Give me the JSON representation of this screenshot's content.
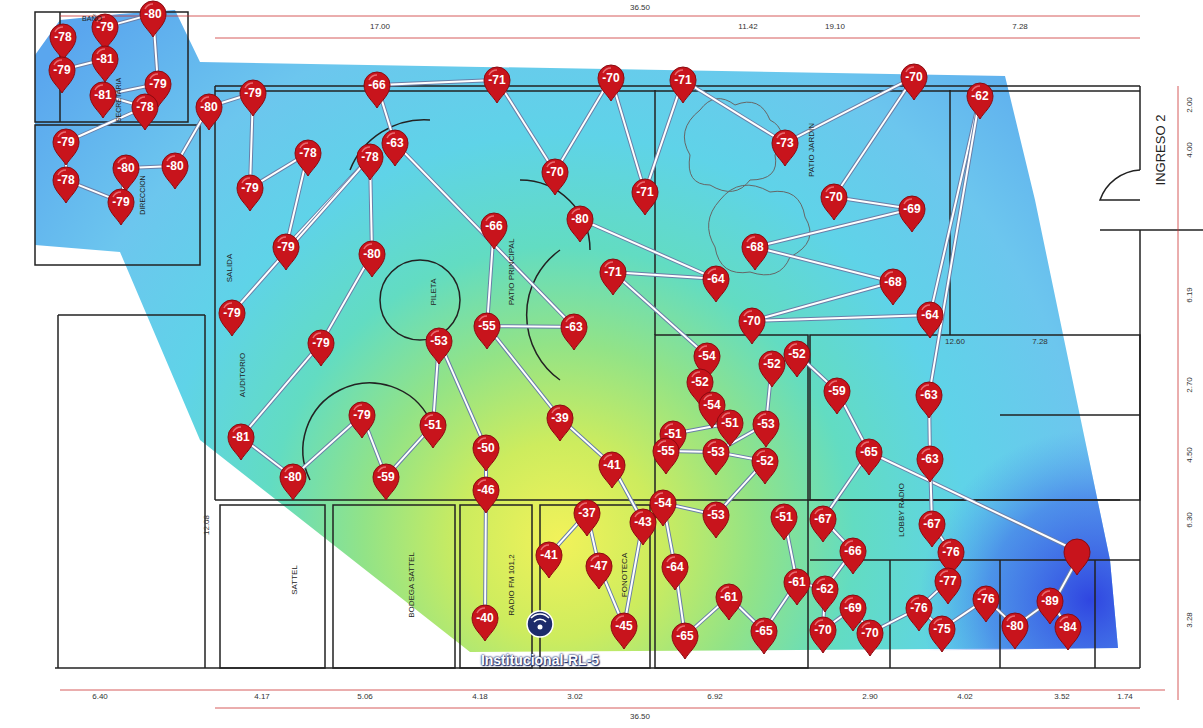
{
  "diagram": {
    "nodes": [
      {
        "text": [
          "-80"
        ]
      },
      {
        "text": [
          "-79"
        ]
      },
      {
        "text": [
          "-78"
        ]
      },
      {
        "text": [
          "-79"
        ]
      },
      {
        "text": [
          "-81"
        ]
      },
      {
        "text": [
          "-79"
        ]
      },
      {
        "text": [
          "-81"
        ]
      },
      {
        "text": [
          "-78"
        ]
      },
      {
        "text": [
          "-80"
        ]
      },
      {
        "text": [
          "-79"
        ]
      },
      {
        "text": [
          "-79"
        ]
      },
      {
        "text": [
          "-80"
        ]
      },
      {
        "text": [
          "-80"
        ]
      },
      {
        "text": [
          "-78"
        ]
      },
      {
        "text": [
          "-79"
        ]
      },
      {
        "text": [
          "-79"
        ]
      },
      {
        "text": [
          "-78"
        ]
      },
      {
        "text": [
          "-78"
        ]
      },
      {
        "text": [
          "-79"
        ]
      },
      {
        "text": [
          "-80"
        ]
      },
      {
        "text": [
          "-79"
        ]
      },
      {
        "text": [
          "-79"
        ]
      },
      {
        "text": [
          "-81"
        ]
      },
      {
        "text": [
          "-79"
        ]
      },
      {
        "text": [
          "-80"
        ]
      },
      {
        "text": [
          "-59"
        ]
      },
      {
        "text": [
          "-51"
        ]
      },
      {
        "text": [
          "-53"
        ]
      },
      {
        "text": [
          "-50"
        ]
      },
      {
        "text": [
          "-46"
        ]
      },
      {
        "text": [
          "-40"
        ]
      },
      {
        "text": [
          "-66"
        ]
      },
      {
        "text": [
          "-63"
        ]
      },
      {
        "text": [
          "-71"
        ]
      },
      {
        "text": [
          "-70"
        ]
      },
      {
        "text": [
          "-70"
        ]
      },
      {
        "text": [
          "-71"
        ]
      },
      {
        "text": [
          "-71"
        ]
      },
      {
        "text": [
          "-66"
        ]
      },
      {
        "text": [
          "-55"
        ]
      },
      {
        "text": [
          "-63"
        ]
      },
      {
        "text": [
          "-39"
        ]
      },
      {
        "text": [
          "-41"
        ]
      },
      {
        "text": [
          "-37"
        ]
      },
      {
        "text": [
          "-41"
        ]
      },
      {
        "text": [
          "-47"
        ]
      },
      {
        "text": [
          "-43"
        ]
      },
      {
        "text": [
          "-45"
        ]
      },
      {
        "text": [
          "-80"
        ]
      },
      {
        "text": [
          "-71"
        ]
      },
      {
        "text": [
          "-64"
        ]
      },
      {
        "text": [
          "-73"
        ]
      },
      {
        "text": [
          "-70"
        ]
      },
      {
        "text": [
          "-62"
        ]
      },
      {
        "text": [
          "-70"
        ]
      },
      {
        "text": [
          "-69"
        ]
      },
      {
        "text": [
          "-68"
        ]
      },
      {
        "text": [
          "-68"
        ]
      },
      {
        "text": [
          "-70"
        ]
      },
      {
        "text": [
          "-64"
        ]
      },
      {
        "text": [
          "-54"
        ]
      },
      {
        "text": [
          "-52"
        ]
      },
      {
        "text": [
          "-52"
        ]
      },
      {
        "text": [
          "-52"
        ]
      },
      {
        "text": [
          "-54"
        ]
      },
      {
        "text": [
          "-51"
        ]
      },
      {
        "text": [
          "-53"
        ]
      },
      {
        "text": [
          "-51"
        ]
      },
      {
        "text": [
          "-55"
        ]
      },
      {
        "text": [
          "-53"
        ]
      },
      {
        "text": [
          "-52"
        ]
      },
      {
        "text": [
          "-59"
        ]
      },
      {
        "text": [
          "-63"
        ]
      },
      {
        "text": [
          "-65"
        ]
      },
      {
        "text": [
          "-63"
        ]
      },
      {
        "text": [
          "-54"
        ]
      },
      {
        "text": [
          "-53"
        ]
      },
      {
        "text": [
          "-51"
        ]
      },
      {
        "text": [
          "-67"
        ]
      },
      {
        "text": [
          "-67"
        ]
      },
      {
        "text": [
          "-64"
        ]
      },
      {
        "text": [
          "-61"
        ]
      },
      {
        "text": [
          "-65"
        ]
      },
      {
        "text": [
          "-65"
        ]
      },
      {
        "text": [
          "-61"
        ]
      },
      {
        "text": [
          "-62"
        ]
      },
      {
        "text": [
          "-66"
        ]
      },
      {
        "text": [
          "-76"
        ]
      },
      {
        "text": [
          "-77"
        ]
      },
      {
        "text": [
          "-70"
        ]
      },
      {
        "text": [
          "-69"
        ]
      },
      {
        "text": [
          "-70"
        ]
      },
      {
        "text": [
          "-76"
        ]
      },
      {
        "text": [
          "-75"
        ]
      },
      {
        "text": [
          "-76"
        ]
      },
      {
        "text": [
          "-80"
        ]
      },
      {
        "text": [
          "-89"
        ]
      },
      {
        "text": [
          "-84"
        ]
      }
    ],
    "edges": [
      {
        "from": 2,
        "to": 3,
        "arrow": "none"
      },
      {
        "from": 3,
        "to": 4,
        "arrow": "none"
      },
      {
        "from": 4,
        "to": 1,
        "arrow": "none"
      },
      {
        "from": 1,
        "to": 0,
        "arrow": "none"
      },
      {
        "from": 0,
        "to": 5,
        "arrow": "none"
      },
      {
        "from": 5,
        "to": 6,
        "arrow": "none"
      },
      {
        "from": 6,
        "to": 7,
        "arrow": "none"
      },
      {
        "from": 7,
        "to": 10,
        "arrow": "none"
      },
      {
        "from": 10,
        "to": 13,
        "arrow": "none"
      },
      {
        "from": 13,
        "to": 14,
        "arrow": "none"
      },
      {
        "from": 14,
        "to": 11,
        "arrow": "none"
      },
      {
        "from": 11,
        "to": 12,
        "arrow": "none"
      },
      {
        "from": 12,
        "to": 8,
        "arrow": "none"
      },
      {
        "from": 8,
        "to": 9,
        "arrow": "none"
      },
      {
        "from": 9,
        "to": 15,
        "arrow": "none"
      },
      {
        "from": 15,
        "to": 16,
        "arrow": "none"
      },
      {
        "from": 16,
        "to": 18,
        "arrow": "none"
      },
      {
        "from": 18,
        "to": 17,
        "arrow": "none"
      },
      {
        "from": 17,
        "to": 20,
        "arrow": "none"
      },
      {
        "from": 17,
        "to": 19,
        "arrow": "none"
      },
      {
        "from": 19,
        "to": 21,
        "arrow": "none"
      },
      {
        "from": 21,
        "to": 22,
        "arrow": "none"
      },
      {
        "from": 22,
        "to": 24,
        "arrow": "none"
      },
      {
        "from": 24,
        "to": 23,
        "arrow": "none"
      },
      {
        "from": 23,
        "to": 25,
        "arrow": "none"
      },
      {
        "from": 25,
        "to": 26,
        "arrow": "none"
      },
      {
        "from": 26,
        "to": 27,
        "arrow": "none"
      },
      {
        "from": 27,
        "to": 28,
        "arrow": "none"
      },
      {
        "from": 28,
        "to": 29,
        "arrow": "none"
      },
      {
        "from": 29,
        "to": 30,
        "arrow": "none"
      },
      {
        "from": 31,
        "to": 33,
        "arrow": "none"
      },
      {
        "from": 31,
        "to": 32,
        "arrow": "none"
      },
      {
        "from": 32,
        "to": 40,
        "arrow": "none"
      },
      {
        "from": 40,
        "to": 39,
        "arrow": "none"
      },
      {
        "from": 38,
        "to": 39,
        "arrow": "none"
      },
      {
        "from": 39,
        "to": 41,
        "arrow": "none"
      },
      {
        "from": 41,
        "to": 42,
        "arrow": "none"
      },
      {
        "from": 42,
        "to": 46,
        "arrow": "none"
      },
      {
        "from": 46,
        "to": 47,
        "arrow": "none"
      },
      {
        "from": 47,
        "to": 45,
        "arrow": "none"
      },
      {
        "from": 45,
        "to": 43,
        "arrow": "none"
      },
      {
        "from": 43,
        "to": 44,
        "arrow": "none"
      },
      {
        "from": 33,
        "to": 35,
        "arrow": "none"
      },
      {
        "from": 35,
        "to": 34,
        "arrow": "none"
      },
      {
        "from": 34,
        "to": 37,
        "arrow": "none"
      },
      {
        "from": 37,
        "to": 36,
        "arrow": "none"
      },
      {
        "from": 36,
        "to": 51,
        "arrow": "none"
      },
      {
        "from": 51,
        "to": 52,
        "arrow": "none"
      },
      {
        "from": 52,
        "to": 54,
        "arrow": "none"
      },
      {
        "from": 54,
        "to": 55,
        "arrow": "none"
      },
      {
        "from": 55,
        "to": 56,
        "arrow": "none"
      },
      {
        "from": 56,
        "to": 57,
        "arrow": "none"
      },
      {
        "from": 57,
        "to": 58,
        "arrow": "none"
      },
      {
        "from": 58,
        "to": 59,
        "arrow": "none"
      },
      {
        "from": 59,
        "to": 53,
        "arrow": "none"
      },
      {
        "from": 53,
        "to": 72,
        "arrow": "none"
      },
      {
        "from": 48,
        "to": 50,
        "arrow": "none"
      },
      {
        "from": 50,
        "to": 49,
        "arrow": "none"
      },
      {
        "from": 49,
        "to": 60,
        "arrow": "none"
      },
      {
        "from": 60,
        "to": 61,
        "arrow": "none"
      },
      {
        "from": 61,
        "to": 64,
        "arrow": "none"
      },
      {
        "from": 64,
        "to": 65,
        "arrow": "none"
      },
      {
        "from": 65,
        "to": 67,
        "arrow": "none"
      },
      {
        "from": 67,
        "to": 68,
        "arrow": "none"
      },
      {
        "from": 68,
        "to": 69,
        "arrow": "none"
      },
      {
        "from": 69,
        "to": 66,
        "arrow": "none"
      },
      {
        "from": 66,
        "to": 62,
        "arrow": "none"
      },
      {
        "from": 62,
        "to": 63,
        "arrow": "none"
      },
      {
        "from": 63,
        "to": 71,
        "arrow": "none"
      },
      {
        "from": 71,
        "to": 73,
        "arrow": "none"
      },
      {
        "from": 69,
        "to": 70,
        "arrow": "none"
      },
      {
        "from": 70,
        "to": 76,
        "arrow": "none"
      },
      {
        "from": 76,
        "to": 75,
        "arrow": "none"
      },
      {
        "from": 75,
        "to": 80,
        "arrow": "none"
      },
      {
        "from": 80,
        "to": 82,
        "arrow": "none"
      },
      {
        "from": 82,
        "to": 81,
        "arrow": "none"
      },
      {
        "from": 81,
        "to": 83,
        "arrow": "none"
      },
      {
        "from": 83,
        "to": 84,
        "arrow": "none"
      },
      {
        "from": 84,
        "to": 77,
        "arrow": "none"
      },
      {
        "from": 84,
        "to": 85,
        "arrow": "none"
      },
      {
        "from": 85,
        "to": 86,
        "arrow": "none"
      },
      {
        "from": 86,
        "to": 78,
        "arrow": "none"
      },
      {
        "from": 78,
        "to": 73,
        "arrow": "none"
      },
      {
        "from": 85,
        "to": 89,
        "arrow": "none"
      },
      {
        "from": 89,
        "to": 90,
        "arrow": "none"
      },
      {
        "from": 90,
        "to": 91,
        "arrow": "none"
      },
      {
        "from": 91,
        "to": 92,
        "arrow": "none"
      },
      {
        "from": 72,
        "to": 74,
        "arrow": "none"
      },
      {
        "from": 74,
        "to": 79,
        "arrow": "none"
      },
      {
        "from": 79,
        "to": 87,
        "arrow": "none"
      },
      {
        "from": 87,
        "to": 88,
        "arrow": "none"
      },
      {
        "from": 88,
        "to": 92,
        "arrow": "none"
      },
      {
        "from": 92,
        "to": 93,
        "arrow": "none"
      },
      {
        "from": 93,
        "to": 94,
        "arrow": "none"
      },
      {
        "from": 94,
        "to": 95,
        "arrow": "none"
      },
      {
        "from": 95,
        "to": 96,
        "arrow": "none"
      },
      {
        "from": 96,
        "to": 97,
        "arrow": "none"
      }
    ],
    "labels": [
      "36.50",
      "17.00",
      "11.42",
      "19.10",
      "7.28",
      "BAÑO",
      "SECRETARIA",
      "DIRECCION",
      "SALIDA",
      "AUDITORIO",
      "PILETA",
      "PATIO PRINCIPAL",
      "PATIO JARDIN",
      "INGRESO 2",
      "LOBBY RADIO",
      "SATTEL",
      "BODEGA SATTEL",
      "RADIO FM 101,2",
      "FONOTECA",
      "Institucional-RL-5",
      "6.40",
      "4.17",
      "5.06",
      "4.18",
      "3.02",
      "6.92",
      "2.90",
      "4.02",
      "3.52",
      "1.74",
      "36.50",
      "2.00",
      "4.00",
      "6.19",
      "2.70",
      "4.50",
      "6.30",
      "3.28",
      "12.60",
      "7.28",
      "12.08"
    ]
  }
}
